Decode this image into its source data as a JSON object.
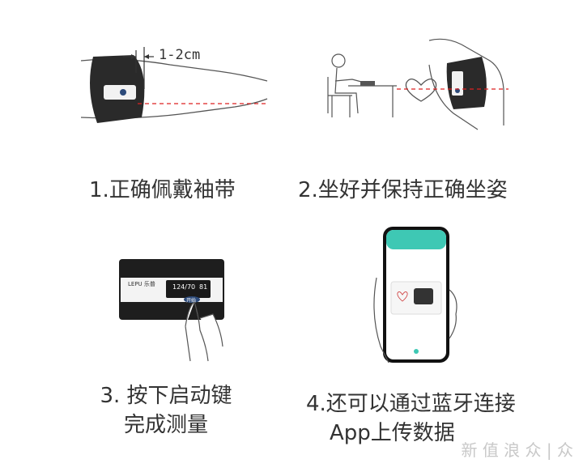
{
  "steps": [
    {
      "caption": "1.正确佩戴袖带",
      "measure_label": "1-2cm"
    },
    {
      "caption": "2.坐好并保持正确坐姿"
    },
    {
      "caption_line1": "3. 按下启动键",
      "caption_line2": "完成测量",
      "device": {
        "brand": "LEPU 乐普",
        "reading1": "124/70",
        "reading2": "81",
        "button": "开始"
      }
    },
    {
      "caption_line1": "4.还可以通过蓝牙连接",
      "caption_line2": "App上传数据"
    }
  ],
  "watermark": "新 值 浪 众 | 众"
}
